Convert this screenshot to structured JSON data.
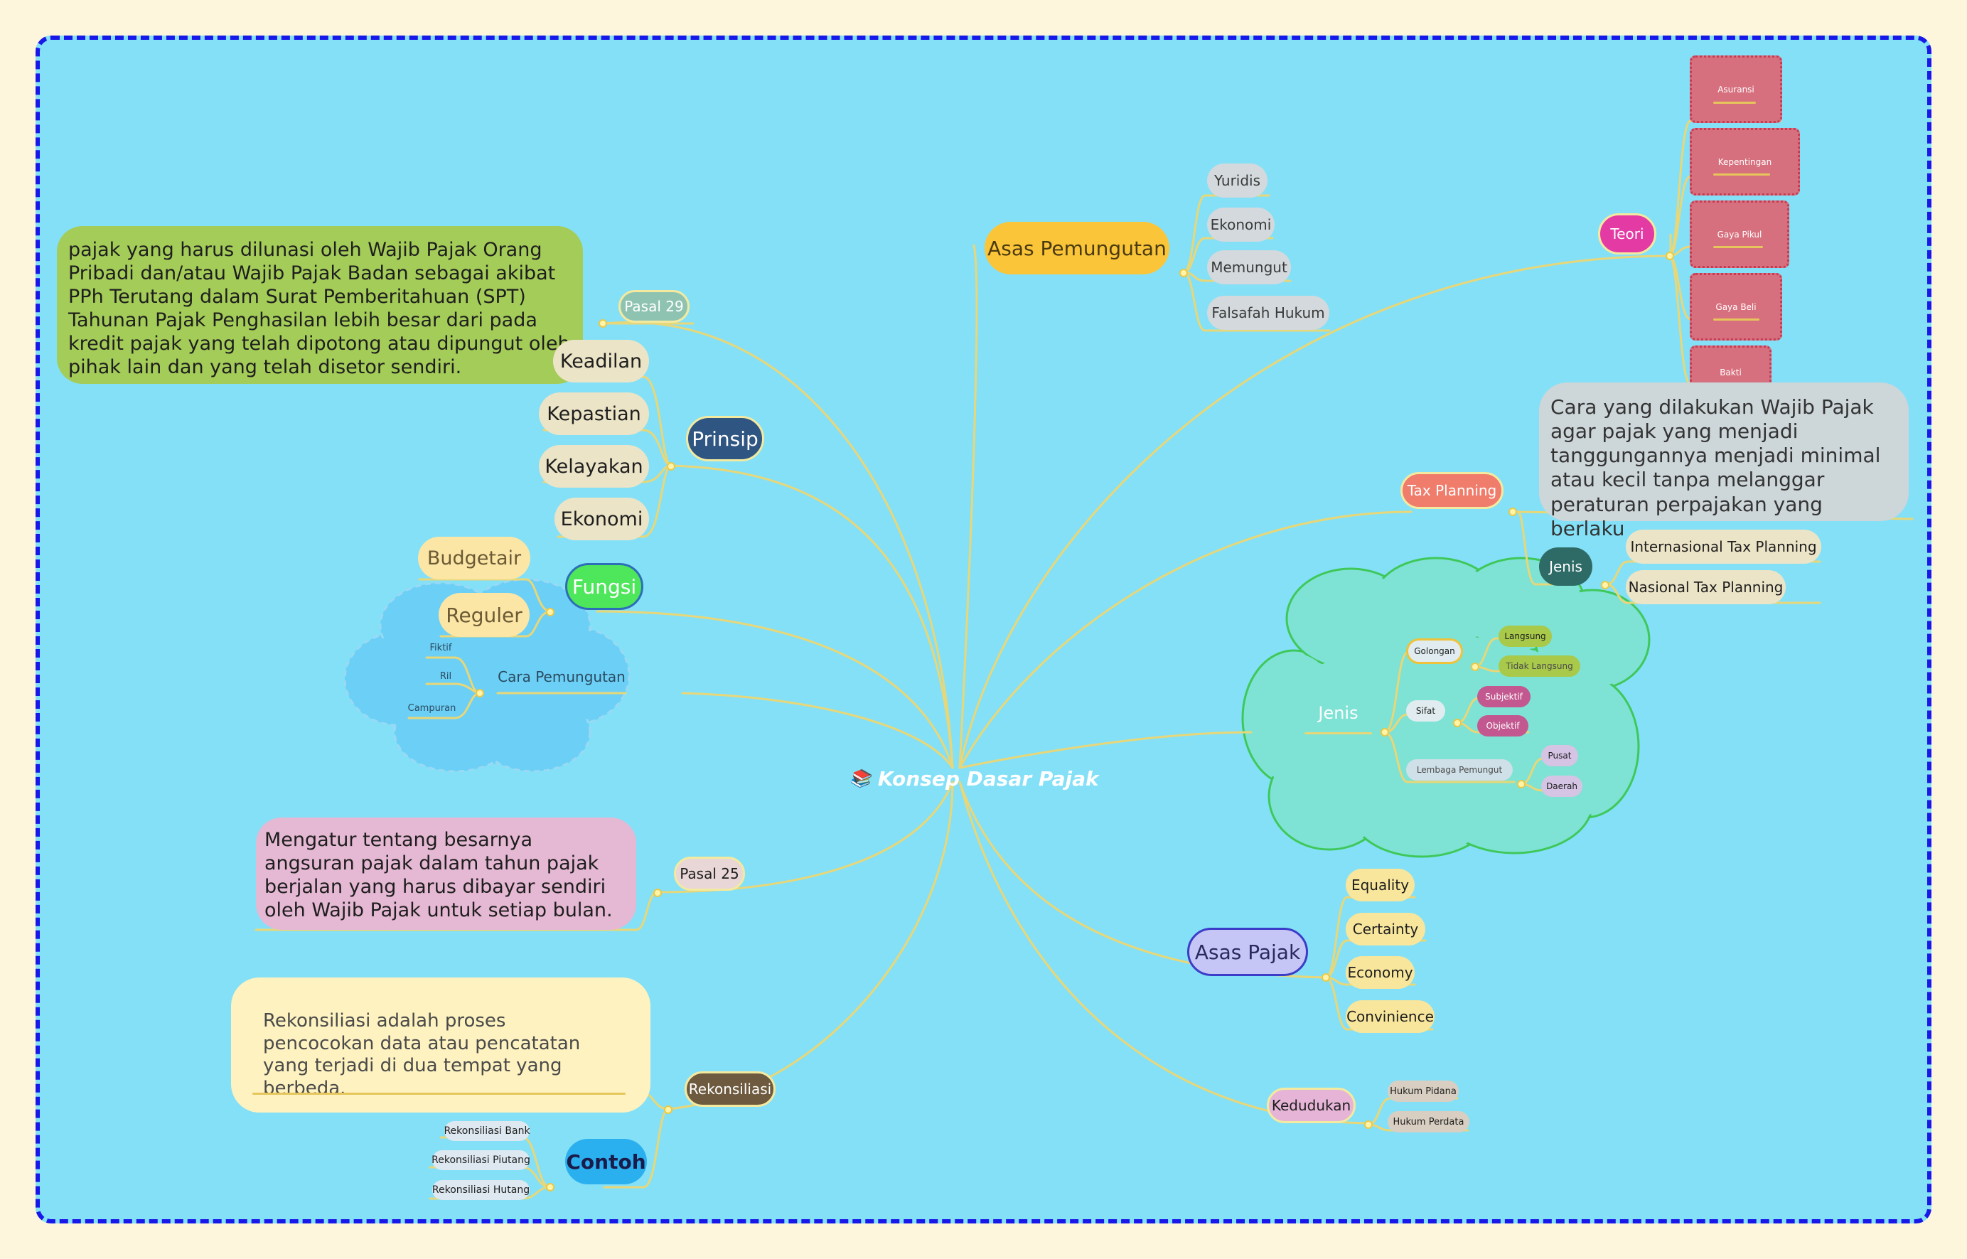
{
  "central": {
    "icon": "books-icon",
    "title": "Konsep Dasar Pajak"
  },
  "colors": {
    "background": "#fdf6dc",
    "canvas": "#84e0f7",
    "frame_border": "#1818e8",
    "branch_line": "#e8d778"
  },
  "notes": {
    "pasal29": "pajak yang harus dilunasi oleh Wajib Pajak Orang Pribadi dan/atau Wajib Pajak Badan sebagai akibat PPh Terutang dalam Surat Pemberitahuan (SPT) Tahunan Pajak Penghasilan lebih besar dari pada kredit pajak yang telah dipotong atau dipungut oleh pihak lain dan yang telah disetor sendiri.",
    "pasal25": "Mengatur tentang besarnya angsuran pajak dalam tahun pajak berjalan yang harus  dibayar sendiri oleh Wajib Pajak untuk setiap bulan.",
    "rekonsiliasi": "Rekonsiliasi adalah proses pencocokan data atau pencatatan yang terjadi di dua tempat yang berbeda.",
    "tax_planning": "Cara yang dilakukan Wajib Pajak agar pajak yang menjadi tanggungannya menjadi minimal atau kecil tanpa melanggar peraturan perpajakan yang berlaku"
  },
  "pasal29": {
    "label": "Pasal 29"
  },
  "prinsip": {
    "label": "Prinsip",
    "items": [
      "Keadilan",
      "Kepastian",
      "Kelayakan",
      "Ekonomi"
    ]
  },
  "fungsi": {
    "label": "Fungsi",
    "items": [
      "Budgetair",
      "Reguler"
    ]
  },
  "cara_pemungutan": {
    "label": "Cara Pemungutan",
    "items": [
      "Fiktif",
      "Ril",
      "Campuran"
    ]
  },
  "pasal25": {
    "label": "Pasal 25"
  },
  "rekonsiliasi": {
    "label": "Rekonsiliasi"
  },
  "contoh": {
    "label": "Contoh",
    "items": [
      "Rekonsiliasi Bank",
      "Rekonsiliasi Piutang",
      "Rekonsiliasi Hutang"
    ]
  },
  "asas_pemungutan": {
    "label": "Asas Pemungutan",
    "items": [
      "Yuridis",
      "Ekonomi",
      "Memungut",
      "Falsafah Hukum"
    ]
  },
  "teori": {
    "label": "Teori",
    "items": [
      "Asuransi",
      "Kepentingan",
      "Gaya Pikul",
      "Gaya Beli",
      "Bakti"
    ]
  },
  "tax_planning": {
    "label": "Tax Planning"
  },
  "jenis_tp": {
    "label": "Jenis",
    "items": [
      "Internasional Tax Planning",
      "Nasional Tax Planning"
    ]
  },
  "jenis": {
    "label": "Jenis",
    "golongan": {
      "label": "Golongan",
      "items": [
        "Langsung",
        "Tidak Langsung"
      ]
    },
    "sifat": {
      "label": "Sifat",
      "items": [
        "Subjektif",
        "Objektif"
      ]
    },
    "lembaga": {
      "label": "Lembaga Pemungut",
      "items": [
        "Pusat",
        "Daerah"
      ]
    }
  },
  "asas_pajak": {
    "label": "Asas Pajak",
    "items": [
      "Equality",
      "Certainty",
      "Economy",
      "Convinience"
    ]
  },
  "kedudukan": {
    "label": "Kedudukan",
    "items": [
      "Hukum Pidana",
      "Hukum Perdata"
    ]
  }
}
